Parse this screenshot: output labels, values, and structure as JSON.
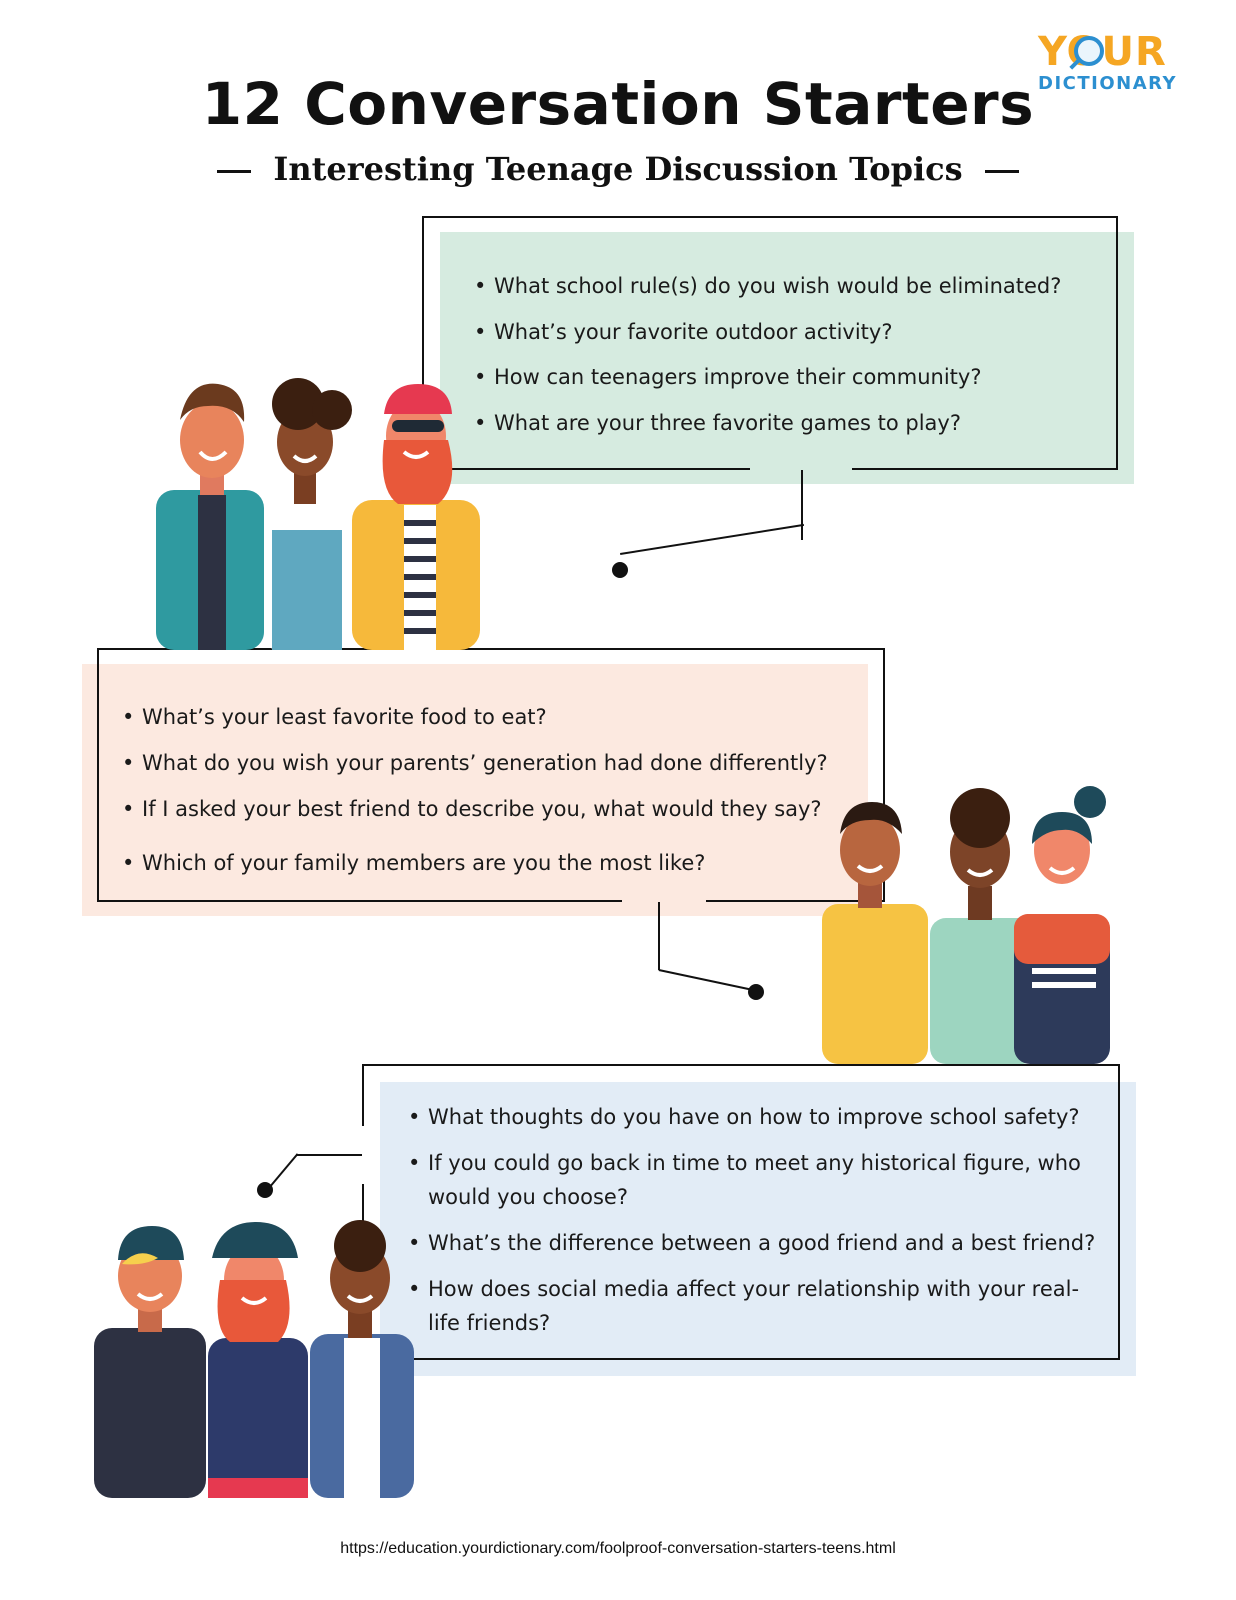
{
  "header": {
    "title": "12 Conversation Starters",
    "subtitle": "Interesting Teenage Discussion Topics"
  },
  "logo": {
    "line1": "YOUR",
    "line2": "DICTIONARY",
    "icon": "magnifying-glass-icon"
  },
  "boxes": [
    {
      "color": "#d6ebe0",
      "questions": [
        "What school rule(s) do you wish would be eliminated?",
        "What’s your favorite outdoor activity?",
        "How can teenagers improve their community?",
        "What are your three favorite games to play?"
      ]
    },
    {
      "color": "#fce9e0",
      "questions": [
        "What’s your least favorite food to eat?",
        "What do you wish your parents’ generation had done differently?",
        "If I asked your best friend to describe you, what would they say?",
        "Which of your family members are you the most like?"
      ]
    },
    {
      "color": "#e2ecf6",
      "questions": [
        "What thoughts do you have on how to improve school safety?",
        "If you could go back in time to meet any historical figure, who would you choose?",
        "What’s the difference between a good friend and a best friend?",
        "How does social media affect your relationship with your real-life friends?"
      ]
    }
  ],
  "footer": {
    "url": "https://education.yourdictionary.com/foolproof-conversation-starters-teens.html"
  }
}
